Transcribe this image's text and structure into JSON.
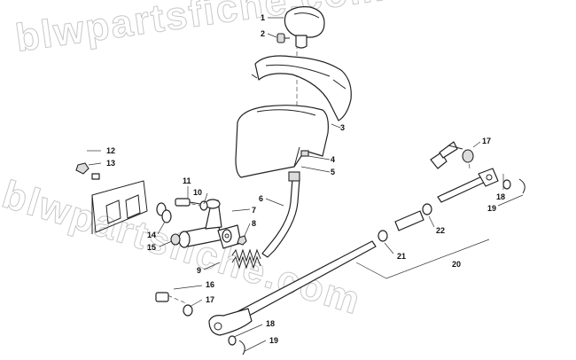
{
  "watermarks": [
    "blwpartsfiche.com",
    "blwpartsfiche.com"
  ],
  "callouts": [
    {
      "id": "c1",
      "text": "1"
    },
    {
      "id": "c2",
      "text": "2"
    },
    {
      "id": "c3",
      "text": "3"
    },
    {
      "id": "c4",
      "text": "4"
    },
    {
      "id": "c5",
      "text": "5"
    },
    {
      "id": "c6",
      "text": "6"
    },
    {
      "id": "c7",
      "text": "7"
    },
    {
      "id": "c8",
      "text": "8"
    },
    {
      "id": "c9",
      "text": "9"
    },
    {
      "id": "c10",
      "text": "10"
    },
    {
      "id": "c11",
      "text": "11"
    },
    {
      "id": "c12",
      "text": "12"
    },
    {
      "id": "c13",
      "text": "13"
    },
    {
      "id": "c14",
      "text": "14"
    },
    {
      "id": "c15",
      "text": "15"
    },
    {
      "id": "c16",
      "text": "16"
    },
    {
      "id": "c17a",
      "text": "17"
    },
    {
      "id": "c17b",
      "text": "17"
    },
    {
      "id": "c18a",
      "text": "18"
    },
    {
      "id": "c18b",
      "text": "18"
    },
    {
      "id": "c19a",
      "text": "19"
    },
    {
      "id": "c19b",
      "text": "19"
    },
    {
      "id": "c20",
      "text": "20"
    },
    {
      "id": "c21",
      "text": "21"
    },
    {
      "id": "c22",
      "text": "22"
    }
  ]
}
